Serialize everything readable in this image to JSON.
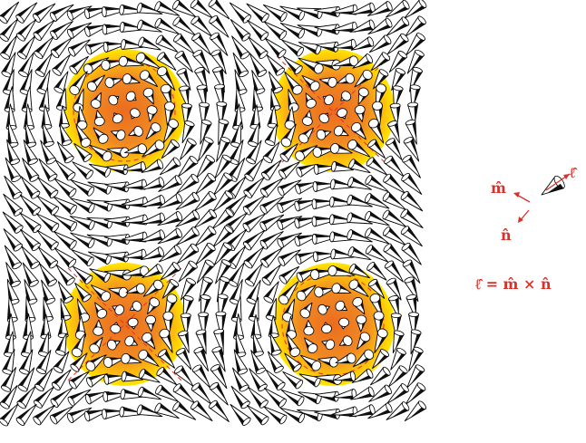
{
  "legend": {
    "m_label": "m̂",
    "n_label": "n̂",
    "l_label": "ℓ̂",
    "equation": "ℓ̂ = m̂ × n̂"
  },
  "colors": {
    "domain_inner": "#e97a1f",
    "domain_outer": "#ffe600",
    "dashed_line": "#e23a2a",
    "legend_red": "#d8312a",
    "cone_outline": "#000000"
  },
  "domains": [
    {
      "name": "vortex-domain-top-left",
      "winding": "circulating"
    },
    {
      "name": "vortex-domain-top-right",
      "winding": "hyperbolic"
    },
    {
      "name": "vortex-domain-bottom-left",
      "winding": "hyperbolic"
    },
    {
      "name": "vortex-domain-bottom-right",
      "winding": "circulating"
    }
  ],
  "icons": {
    "cone": "cone-arrow-icon"
  }
}
